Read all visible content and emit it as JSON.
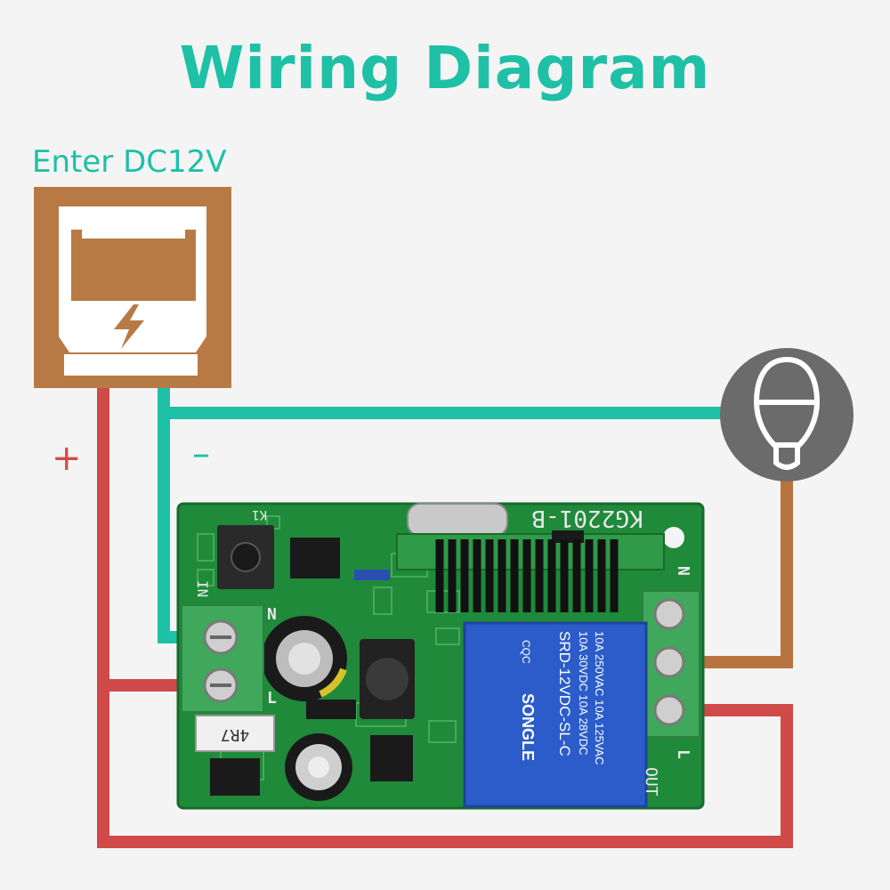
{
  "title": "Wiring Diagram",
  "power_label": "Enter DC12V",
  "plus_sign": "+",
  "minus_sign": "–",
  "colors": {
    "accent": "#1ec0a6",
    "positive_wire": "#d04a4a",
    "load_wire": "#b8743e",
    "power_supply": "#b87a44",
    "pcb": "#1f8a3a",
    "terminal": "#3fa85a",
    "relay": "#2b5cc9",
    "bulb_circle": "#6b6b6b"
  },
  "icons": {
    "power_supply": "power-supply-icon",
    "bulb": "light-bulb-icon",
    "lightning": "lightning-icon"
  },
  "board": {
    "model": "KG2201-B",
    "in_label": "IN",
    "in_n": "N",
    "in_l": "L",
    "out_label": "OUT",
    "out_n": "N",
    "out_l": "L",
    "k1": "K1",
    "inductor": "4R7",
    "relay_lines": [
      "10A 250VAC  10A 125VAC",
      "10A 30VDC   10A 28VDC",
      "SRD-12VDC-SL-C"
    ],
    "relay_brand": "SONGLE",
    "relay_cqc": "CQC"
  }
}
